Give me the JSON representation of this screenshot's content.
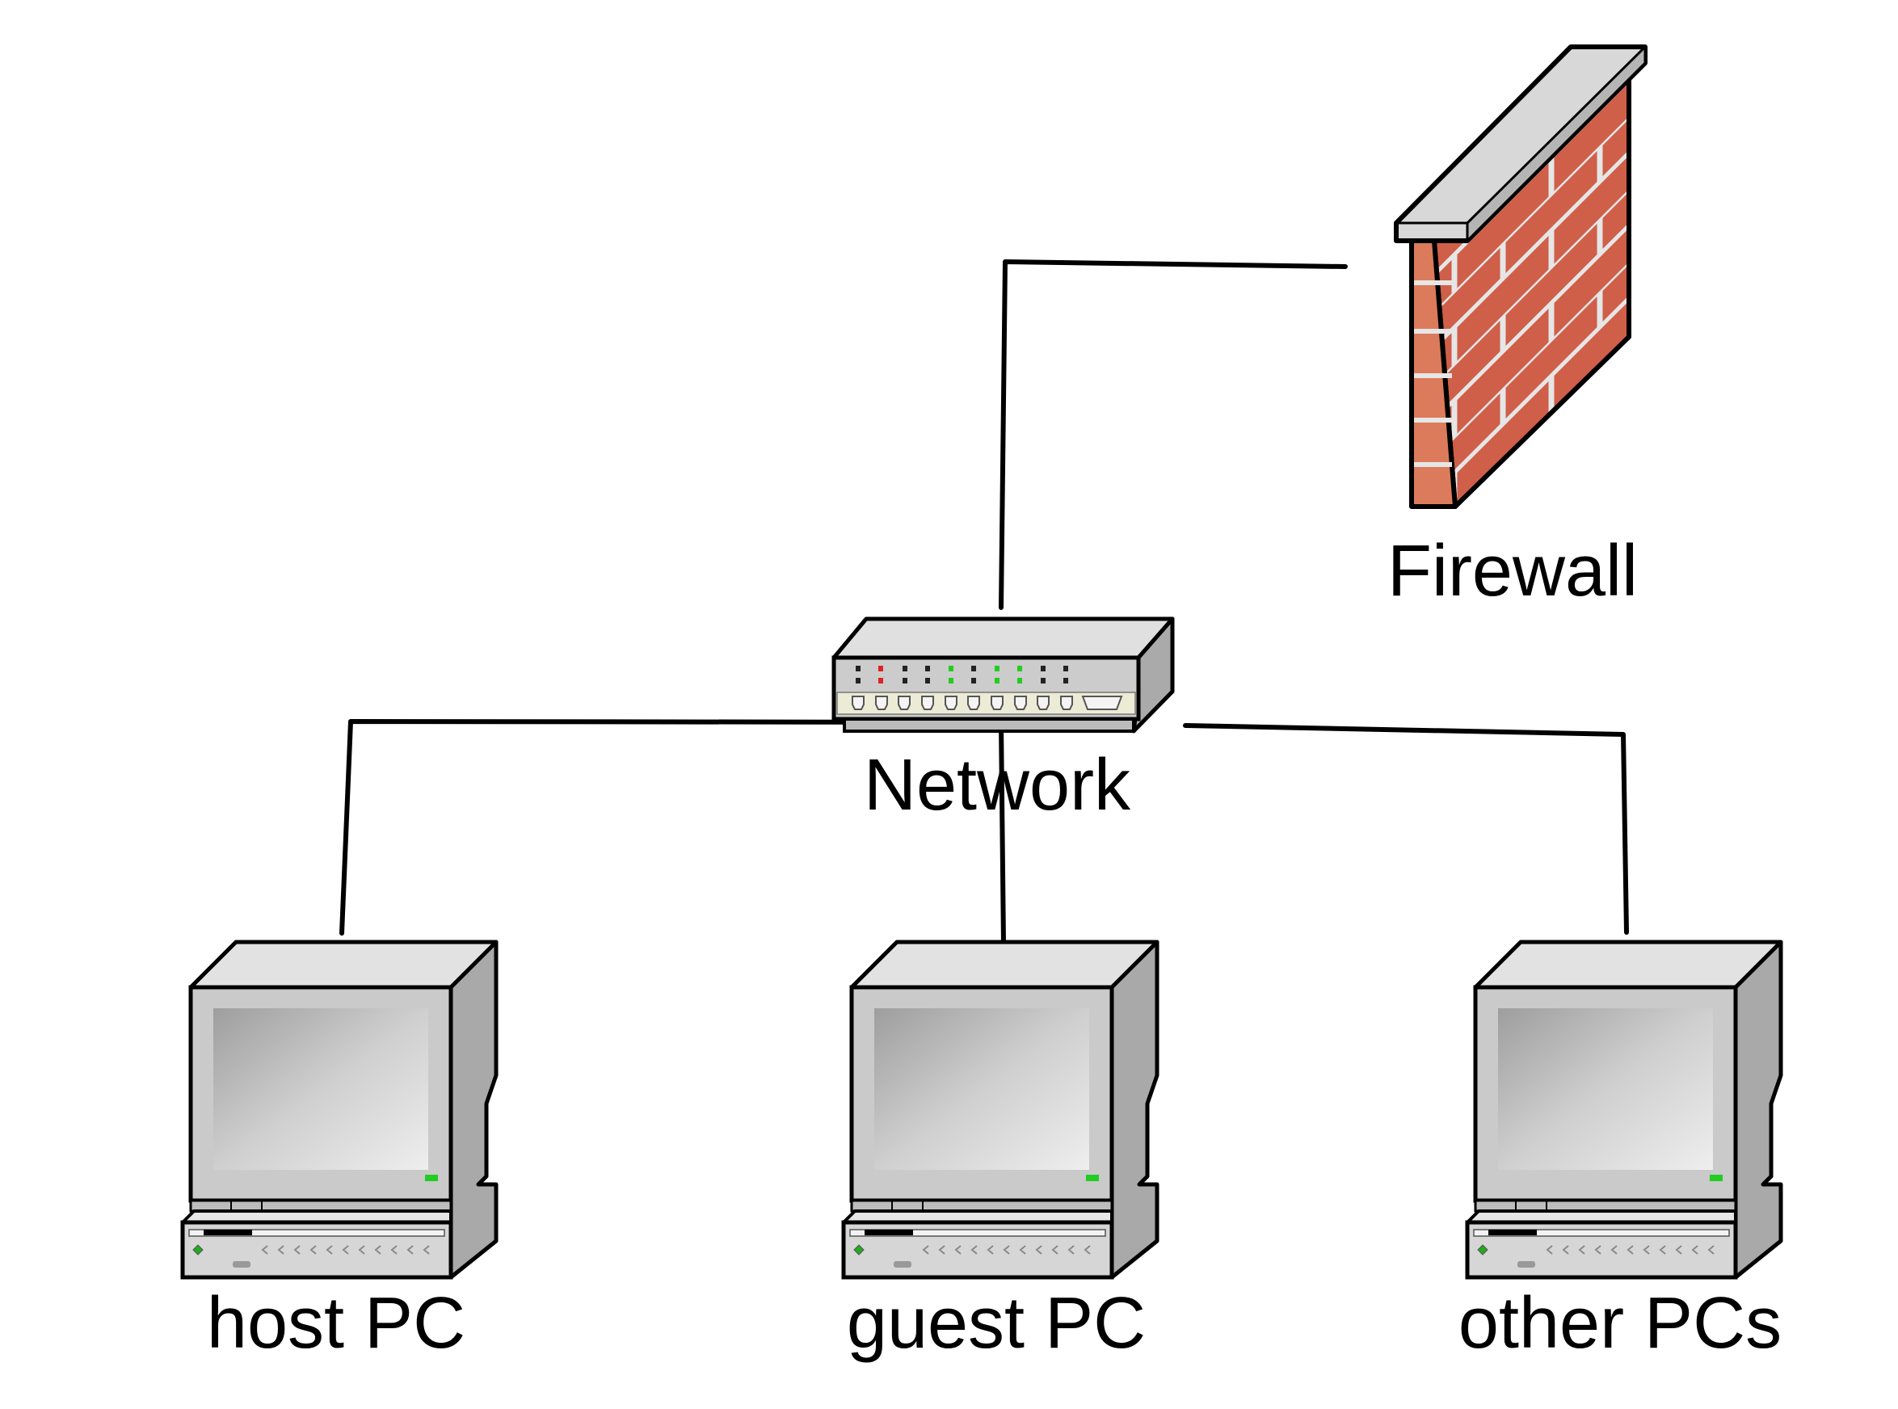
{
  "nodes": {
    "firewall": {
      "label": "Firewall"
    },
    "network": {
      "label": "Network"
    },
    "host": {
      "label": "host PC"
    },
    "guest": {
      "label": "guest PC"
    },
    "other": {
      "label": "other PCs"
    }
  },
  "colors": {
    "brick_front": "#cf5f49",
    "brick_side": "#dc7b5b",
    "mortar": "#e6e6e6",
    "wall_cap": "#d8d8d8",
    "device_body": "#c8c8c8",
    "led_green": "#22cc22",
    "led_red": "#dd2222",
    "outline": "#000000"
  }
}
